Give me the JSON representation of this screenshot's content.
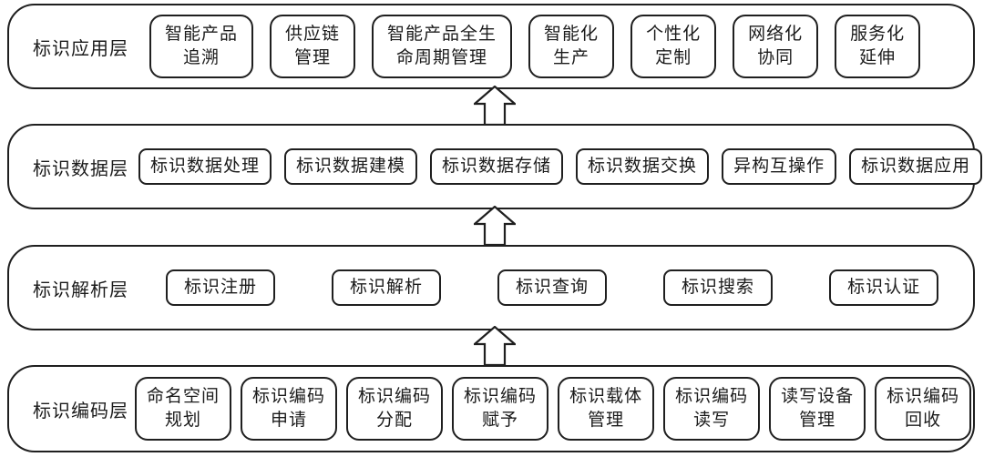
{
  "diagram": {
    "background": "#ffffff",
    "line_color": "#1f1f1f",
    "arrows": [
      {
        "name": "arrow-data-to-app",
        "direction": "up"
      },
      {
        "name": "arrow-resolve-to-data",
        "direction": "up"
      },
      {
        "name": "arrow-code-to-resolve",
        "direction": "up"
      }
    ],
    "layers": [
      {
        "id": "app",
        "label": "标识应用层",
        "boxes": [
          [
            "智能产品",
            "追溯"
          ],
          [
            "供应链",
            "管理"
          ],
          [
            "智能产品全生",
            "命周期管理"
          ],
          [
            "智能化",
            "生产"
          ],
          [
            "个性化",
            "定制"
          ],
          [
            "网络化",
            "协同"
          ],
          [
            "服务化",
            "延伸"
          ]
        ]
      },
      {
        "id": "data",
        "label": "标识数据层",
        "boxes": [
          [
            "标识数据处理"
          ],
          [
            "标识数据建模"
          ],
          [
            "标识数据存储"
          ],
          [
            "标识数据交换"
          ],
          [
            "异构互操作"
          ],
          [
            "标识数据应用"
          ]
        ]
      },
      {
        "id": "resolve",
        "label": "标识解析层",
        "boxes": [
          [
            "标识注册"
          ],
          [
            "标识解析"
          ],
          [
            "标识查询"
          ],
          [
            "标识搜索"
          ],
          [
            "标识认证"
          ]
        ]
      },
      {
        "id": "code",
        "label": "标识编码层",
        "boxes": [
          [
            "命名空间",
            "规划"
          ],
          [
            "标识编码",
            "申请"
          ],
          [
            "标识编码",
            "分配"
          ],
          [
            "标识编码",
            "赋予"
          ],
          [
            "标识载体",
            "管理"
          ],
          [
            "标识编码",
            "读写"
          ],
          [
            "读写设备",
            "管理"
          ],
          [
            "标识编码",
            "回收"
          ]
        ]
      }
    ]
  }
}
